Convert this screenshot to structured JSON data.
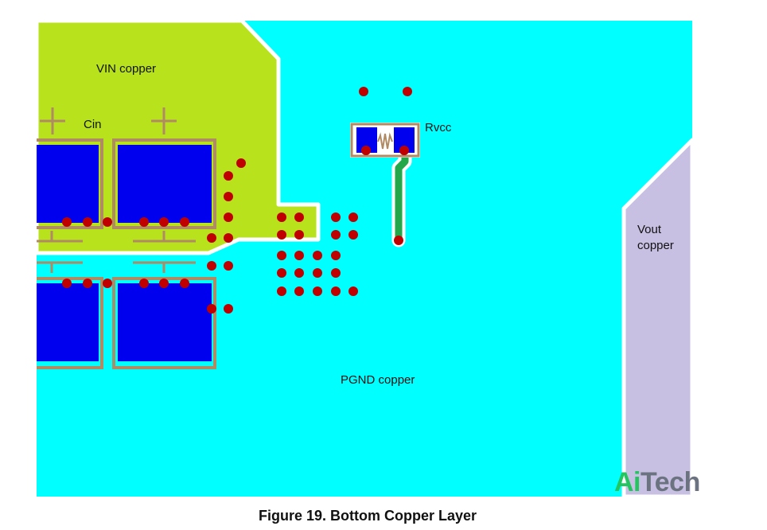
{
  "figure": {
    "caption": "Figure 19. Bottom Copper Layer"
  },
  "labels": {
    "vin_copper": "VIN copper",
    "cin": "Cin",
    "rvcc": "Rvcc",
    "pgnd_copper": "PGND copper",
    "vout_copper_line1": "Vout",
    "vout_copper_line2": "copper"
  },
  "watermark": {
    "ai": "Ai",
    "tech": "Tech"
  },
  "colors": {
    "pgnd_copper": "#00ffff",
    "vin_copper": "#b8e21c",
    "vout_copper": "#c8c0e2",
    "pad_blue": "#0000ee",
    "via_red": "#c00000",
    "silkscreen": "#b08a62",
    "trace_green": "#22a84a",
    "watermark_green": "#22c55e",
    "watermark_gray": "#6b7280"
  }
}
